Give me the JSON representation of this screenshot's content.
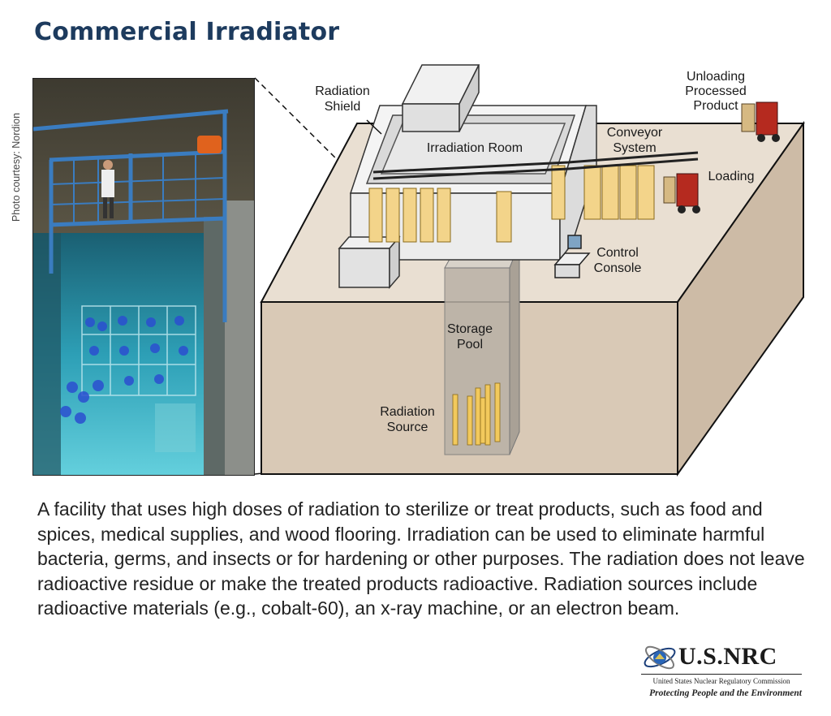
{
  "title": "Commercial Irradiator",
  "photo_credit": "Photo courtesy: Nordion",
  "labels": {
    "radiation_shield": "Radiation Shield",
    "irradiation_room": "Irradiation Room",
    "conveyor_system": "Conveyor System",
    "loading": "Loading",
    "unloading": "Unloading Processed Product",
    "control_console": "Control Console",
    "storage_pool": "Storage Pool",
    "radiation_source": "Radiation Source"
  },
  "description": "A facility that uses high doses of radiation to sterilize or treat products, such as food and spices, medical supplies, and wood flooring. Irradiation can be used to eliminate harmful bacteria, germs, and insects or for hardening or other purposes. The radiation does not leave radioactive residue or make the treated products radioactive. Radiation sources include radioactive materials (e.g., cobalt-60), an x-ray machine, or an electron beam.",
  "logo": {
    "name": "U.S.NRC",
    "full_name": "United States Nuclear Regulatory Commission",
    "tagline": "Protecting People and the Environment"
  },
  "colors": {
    "title": "#1d3b5e",
    "ground_top": "#e9dfd2",
    "ground_front": "#d9c9b6",
    "ground_side": "#cdbba6",
    "product_box": "#f3d48a",
    "pool_water": "#4ab6c7"
  }
}
